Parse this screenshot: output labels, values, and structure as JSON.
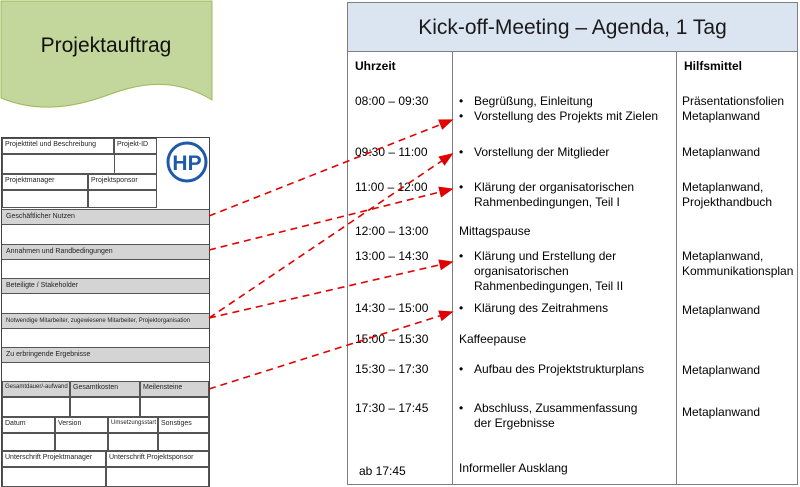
{
  "project_order": {
    "title": "Projektauftrag",
    "shape_color": "#c3d69b",
    "logo_text": "HP",
    "fields": {
      "title_desc": "Projekttitel und Beschreibung",
      "project_id": "Projekt-ID",
      "manager": "Projektmanager",
      "sponsor": "Projektsponsor",
      "business_value": "Geschäftlicher Nutzen",
      "assumptions": "Annahmen und Randbedingungen",
      "stakeholders": "Beteiligte / Stakeholder",
      "staff": "Notwendige Mitarbeiter, zugewiesene Mitarbeiter, Projektorganisation",
      "deliverables": "Zu erbringende Ergebnisse",
      "effort": "Gesamtdauer/-aufwand",
      "cost": "Gesamtkosten",
      "milestones": "Meilensteine",
      "date": "Datum",
      "version": "Version",
      "start": "Umsetzungsstart",
      "other": "Sonstiges",
      "sig_manager": "Unterschrift Projektmanager",
      "sig_sponsor": "Unterschrift Projektsponsor"
    }
  },
  "agenda": {
    "title": "Kick-off-Meeting – Agenda, 1 Tag",
    "header_color": "#dbe5f1",
    "col_time": "Uhrzeit",
    "col_tools": "Hilfsmittel",
    "rows": [
      {
        "time": "08:00 – 09:30",
        "items": [
          "Begrüßung, Einleitung",
          "Vorstellung des Projekts mit Zielen"
        ],
        "tools": [
          "Präsentationsfolien",
          "Metaplanwand"
        ]
      },
      {
        "time": "09:30 – 11:00",
        "items": [
          "Vorstellung der Mitglieder"
        ],
        "tools": [
          "Metaplanwand"
        ]
      },
      {
        "time": "11:00 – 12:00",
        "items": [
          "Klärung der organisatorischen Rahmenbedingungen, Teil I"
        ],
        "tools": [
          "Metaplanwand,",
          "Projekthandbuch"
        ]
      },
      {
        "time": "12:00 – 13:00",
        "plain": "Mittagspause"
      },
      {
        "time": "13:00 – 14:30",
        "items": [
          "Klärung und Erstellung der organisatorischen Rahmenbedingungen, Teil II"
        ],
        "tools": [
          "Metaplanwand,",
          "Kommunikationsplan"
        ]
      },
      {
        "time": "14:30 – 15:00",
        "items": [
          "Klärung des Zeitrahmens"
        ],
        "tools": [
          "Metaplanwand"
        ]
      },
      {
        "time": "15:00 – 15:30",
        "plain": "Kaffeepause"
      },
      {
        "time": "15:30 – 17:30",
        "items": [
          "Aufbau des Projektstrukturplans"
        ],
        "tools": [
          "Metaplanwand"
        ]
      },
      {
        "time": "17:30 – 17:45",
        "items": [
          "Abschluss, Zusammenfassung der Ergebnisse"
        ],
        "tools": [
          "Metaplanwand"
        ]
      },
      {
        "time": "ab 17:45",
        "plain": "Informeller Ausklang"
      }
    ]
  },
  "arrow_color": "#e00000"
}
